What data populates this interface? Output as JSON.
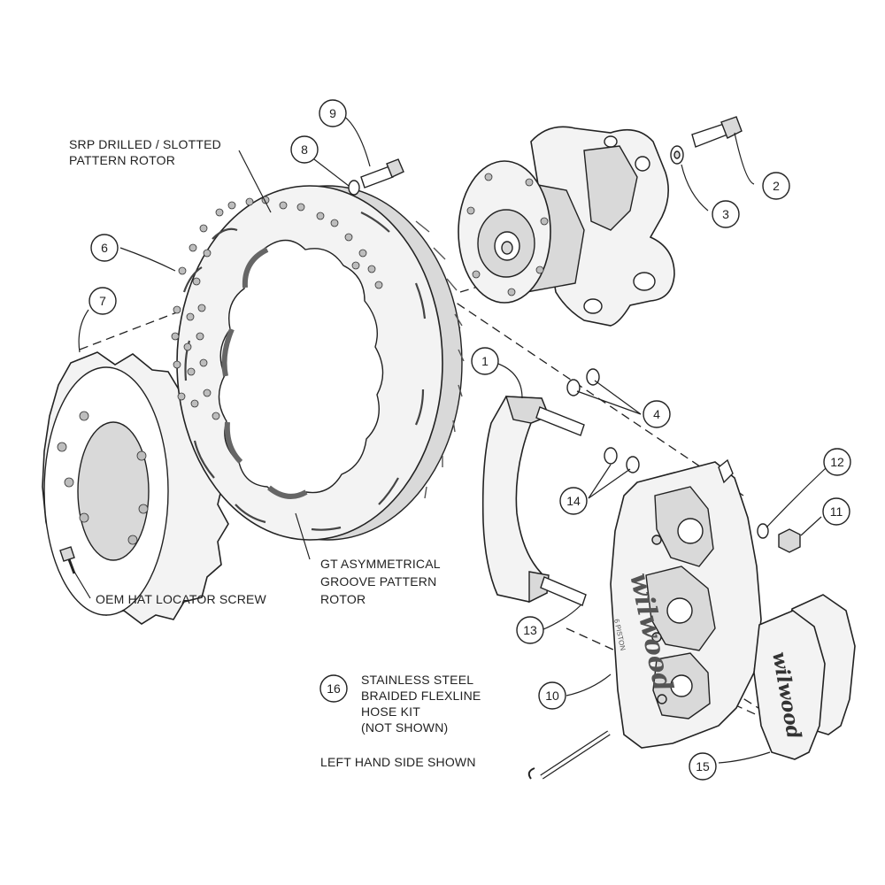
{
  "labels": {
    "srp_rotor_1": "SRP DRILLED / SLOTTED",
    "srp_rotor_2": "PATTERN ROTOR",
    "gt_rotor_1": "GT ASYMMETRICAL",
    "gt_rotor_2": "GROOVE PATTERN",
    "gt_rotor_3": "ROTOR",
    "oem_screw": "OEM HAT LOCATOR SCREW",
    "flexline_1": "STAINLESS STEEL",
    "flexline_2": "BRAIDED FLEXLINE",
    "flexline_3": "HOSE KIT",
    "flexline_4": "(NOT SHOWN)",
    "side_note": "LEFT HAND SIDE SHOWN"
  },
  "callouts": {
    "c1": "1",
    "c2": "2",
    "c3": "3",
    "c4": "4",
    "c6": "6",
    "c7": "7",
    "c8": "8",
    "c9": "9",
    "c10": "10",
    "c11": "11",
    "c12": "12",
    "c13": "13",
    "c14": "14",
    "c15": "15",
    "c16": "16"
  },
  "branding": {
    "caliper_logo": "wilwood",
    "caliper_sub": "6 PISTON",
    "pad_logo": "wilwood"
  }
}
